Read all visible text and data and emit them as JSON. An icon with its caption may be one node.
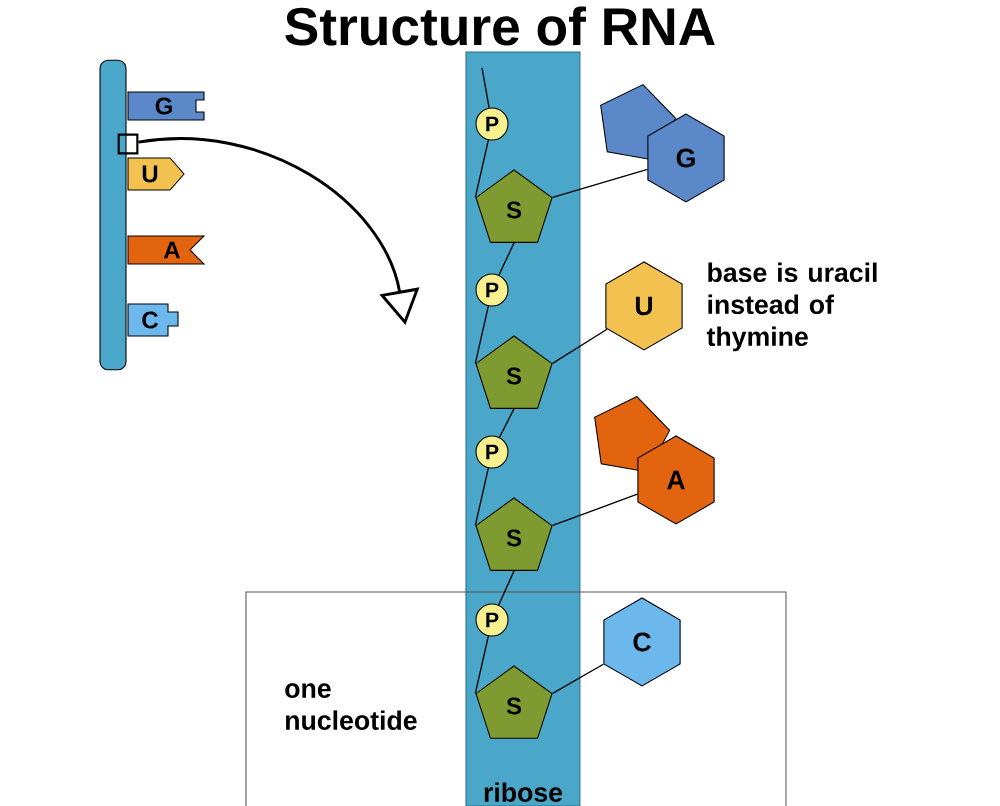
{
  "diagram": {
    "title": "Structure of RNA",
    "nodes": [
      {
        "text": [],
        "shape": "bar"
      },
      {
        "text": [
          "G"
        ]
      },
      {
        "text": [
          "U"
        ]
      },
      {
        "text": [
          "A"
        ]
      },
      {
        "text": [
          "C"
        ]
      },
      {
        "text": [],
        "shape": "box"
      },
      {
        "text": [
          "ribose"
        ]
      },
      {
        "text": [
          "one nucleotide"
        ]
      },
      {
        "text": [
          "P"
        ],
        "in": 6
      },
      {
        "text": [
          "S"
        ],
        "in": 6
      },
      {
        "text": [
          "G"
        ]
      },
      {
        "text": [
          "P"
        ],
        "in": 6
      },
      {
        "text": [
          "S"
        ],
        "in": 6
      },
      {
        "text": [
          "U"
        ]
      },
      {
        "text": [
          "P"
        ],
        "in": 6
      },
      {
        "text": [
          "S"
        ],
        "in": 6
      },
      {
        "text": [
          "A"
        ]
      },
      {
        "text": [
          "P"
        ]
      },
      {
        "text": [
          "S"
        ]
      },
      {
        "text": [
          "C"
        ],
        "in": 7
      }
    ],
    "edges": [
      {
        "from": null,
        "to": 8,
        "arrow": "none"
      },
      {
        "from": 8,
        "to": 9,
        "arrow": "none"
      },
      {
        "from": 9,
        "to": 11,
        "arrow": "none"
      },
      {
        "from": 11,
        "to": 12,
        "arrow": "none"
      },
      {
        "from": 12,
        "to": 14,
        "arrow": "none"
      },
      {
        "from": 14,
        "to": 15,
        "arrow": "none"
      },
      {
        "from": 15,
        "to": 17,
        "arrow": "none"
      },
      {
        "from": 17,
        "to": 18,
        "arrow": "none"
      },
      {
        "from": 9,
        "to": 10,
        "arrow": "none"
      },
      {
        "from": 12,
        "to": 13,
        "arrow": "none"
      },
      {
        "from": 15,
        "to": 16,
        "arrow": "none"
      },
      {
        "from": 18,
        "to": 19,
        "arrow": "none"
      },
      {
        "from": 5,
        "to": 6,
        "arrow": "to"
      }
    ],
    "labels": [
      "base is uracil instead of thymine"
    ]
  }
}
